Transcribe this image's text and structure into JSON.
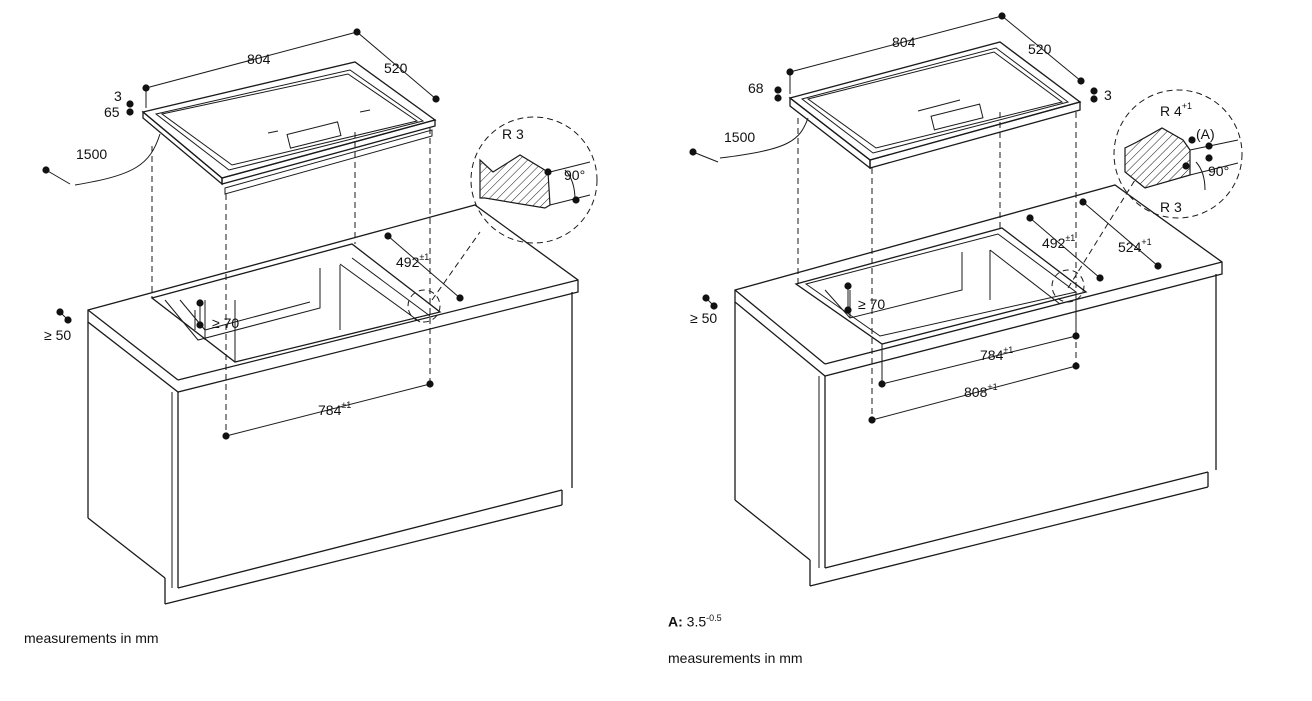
{
  "left": {
    "dims": {
      "width": "804",
      "depth": "520",
      "frame": "3",
      "height": "65",
      "cable": "1500",
      "min_front": "≥ 50",
      "min_back": "≥ 70",
      "cutout_depth": "492",
      "cutout_depth_tol": "±1",
      "cutout_width": "784",
      "cutout_width_tol": "±1",
      "radius": "R 3",
      "angle": "90°"
    },
    "footer": "measurements in mm"
  },
  "right": {
    "dims": {
      "width": "804",
      "depth": "520",
      "height": "68",
      "frame": "3",
      "cable": "1500",
      "min_front": "≥ 50",
      "min_back": "≥ 70",
      "cutout_depth": "492",
      "cutout_depth_tol": "±1",
      "rebate_depth": "524",
      "rebate_depth_tol": "+1",
      "cutout_width": "784",
      "cutout_width_tol": "±1",
      "rebate_width": "808",
      "rebate_width_tol": "+1",
      "radius_outer": "R 4",
      "radius_outer_tol": "+1",
      "radius_inner": "R 3",
      "detail_marker": "(A)",
      "angle": "90°"
    },
    "note_label": "A:",
    "note_value": "3.5",
    "note_tol": "-0.5",
    "footer": "measurements in mm"
  }
}
